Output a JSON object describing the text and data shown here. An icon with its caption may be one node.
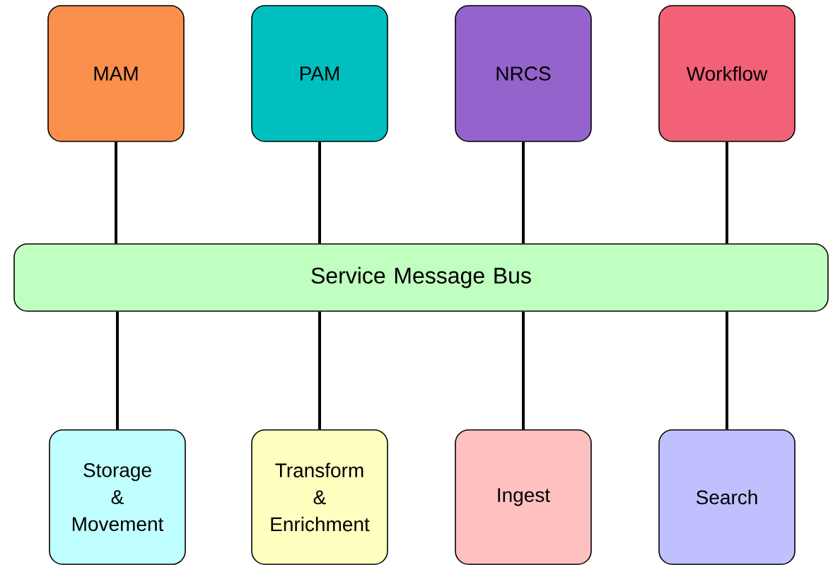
{
  "diagram": {
    "nodes": [
      {
        "text": [
          "MAM"
        ]
      },
      {
        "text": [
          "PAM"
        ]
      },
      {
        "text": [
          "NRCS"
        ]
      },
      {
        "text": [
          "Workflow"
        ]
      },
      {
        "text": [
          "Service Message Bus"
        ]
      },
      {
        "text": [
          "Storage & Movement"
        ]
      },
      {
        "text": [
          "Transform & Enrichment"
        ]
      },
      {
        "text": [
          "Ingest"
        ]
      },
      {
        "text": [
          "Search"
        ]
      }
    ],
    "edges": [
      {
        "from": 0,
        "to": 4,
        "arrow": "none"
      },
      {
        "from": 1,
        "to": 4,
        "arrow": "none"
      },
      {
        "from": 2,
        "to": 4,
        "arrow": "none"
      },
      {
        "from": 3,
        "to": 4,
        "arrow": "none"
      },
      {
        "from": 4,
        "to": 5,
        "arrow": "none"
      },
      {
        "from": 4,
        "to": 6,
        "arrow": "none"
      },
      {
        "from": 4,
        "to": 7,
        "arrow": "none"
      },
      {
        "from": 4,
        "to": 8,
        "arrow": "none"
      }
    ]
  }
}
